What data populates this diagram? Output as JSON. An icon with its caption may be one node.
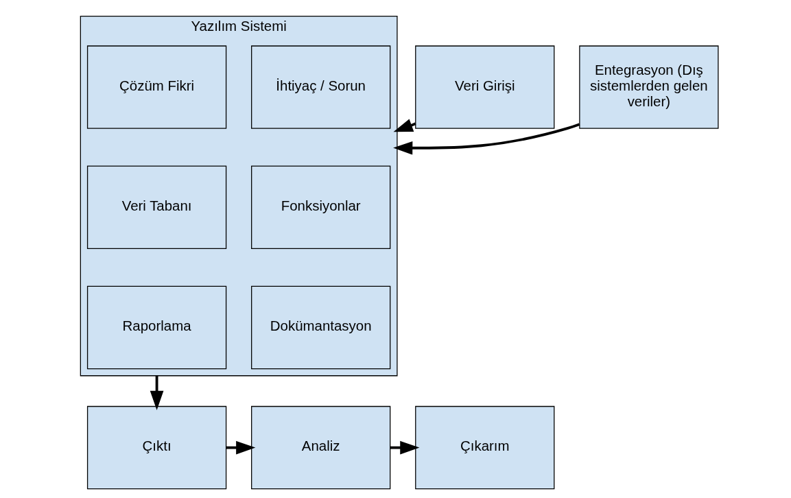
{
  "diagram": {
    "nodes": [
      {
        "text": [
          "Yazılım Sistemi"
        ]
      },
      {
        "text": [
          "İhtiyaç / Sorun"
        ],
        "in": 0
      },
      {
        "text": [
          "Çözüm Fikri"
        ],
        "in": 0
      },
      {
        "text": [
          "Fonksiyonlar"
        ],
        "in": 0
      },
      {
        "text": [
          "Veri Tabanı"
        ],
        "in": 0
      },
      {
        "text": [
          "Dokümantasyon"
        ],
        "in": 0
      },
      {
        "text": [
          "Raporlama"
        ],
        "in": 0
      },
      {
        "text": [
          "Veri Girişi"
        ]
      },
      {
        "text": [
          "Entegrasyon (Dış sistemlerden gelen veriler)"
        ]
      },
      {
        "text": [
          "Çıktı"
        ]
      },
      {
        "text": [
          "Analiz"
        ]
      },
      {
        "text": [
          "Çıkarım"
        ]
      }
    ],
    "edges": [
      {
        "from": 7,
        "to": 0,
        "arrow": "to"
      },
      {
        "from": 8,
        "to": 0,
        "arrow": "to"
      },
      {
        "from": 0,
        "to": 9,
        "arrow": "to"
      },
      {
        "from": 9,
        "to": 10,
        "arrow": "to"
      },
      {
        "from": 10,
        "to": 11,
        "arrow": "to"
      }
    ]
  }
}
